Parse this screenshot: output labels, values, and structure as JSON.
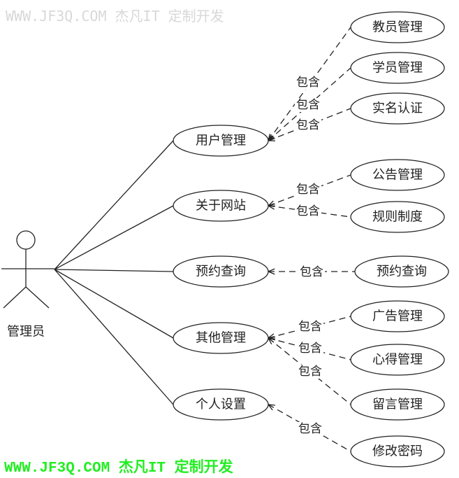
{
  "actor": {
    "label": "管理员"
  },
  "use_cases": [
    {
      "label": "用户管理",
      "includes": [
        "教员管理",
        "学员管理",
        "实名认证"
      ]
    },
    {
      "label": "关于网站",
      "includes": [
        "公告管理",
        "规则制度"
      ]
    },
    {
      "label": "预约查询",
      "includes": [
        "预约查询"
      ]
    },
    {
      "label": "其他管理",
      "includes": [
        "广告管理",
        "心得管理",
        "留言管理"
      ]
    },
    {
      "label": "个人设置",
      "includes": [
        "修改密码"
      ]
    }
  ],
  "include_label": "包含",
  "watermark": "WWW.JF3Q.COM 杰凡IT  定制开发",
  "footer": "WWW.JF3Q.COM 杰凡IT  定制开发",
  "colors": {
    "footer": "#22ee22",
    "line": "#222222"
  }
}
